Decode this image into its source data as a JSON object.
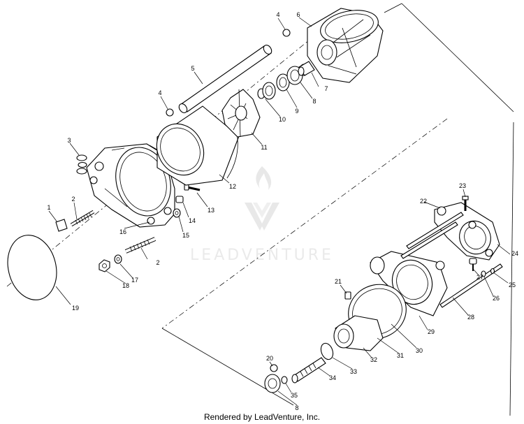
{
  "diagram": {
    "callouts": [
      "1",
      "2",
      "3",
      "4",
      "5",
      "6",
      "7",
      "8",
      "9",
      "10",
      "11",
      "12",
      "13",
      "14",
      "15",
      "16",
      "17",
      "18",
      "19",
      "20",
      "21",
      "22",
      "23",
      "24",
      "25",
      "26",
      "27",
      "28",
      "29",
      "30",
      "31",
      "32",
      "33",
      "34",
      "35"
    ]
  },
  "watermark": {
    "text": "LEADVENTURE"
  },
  "footer": {
    "text": "Rendered by LeadVenture, Inc."
  }
}
